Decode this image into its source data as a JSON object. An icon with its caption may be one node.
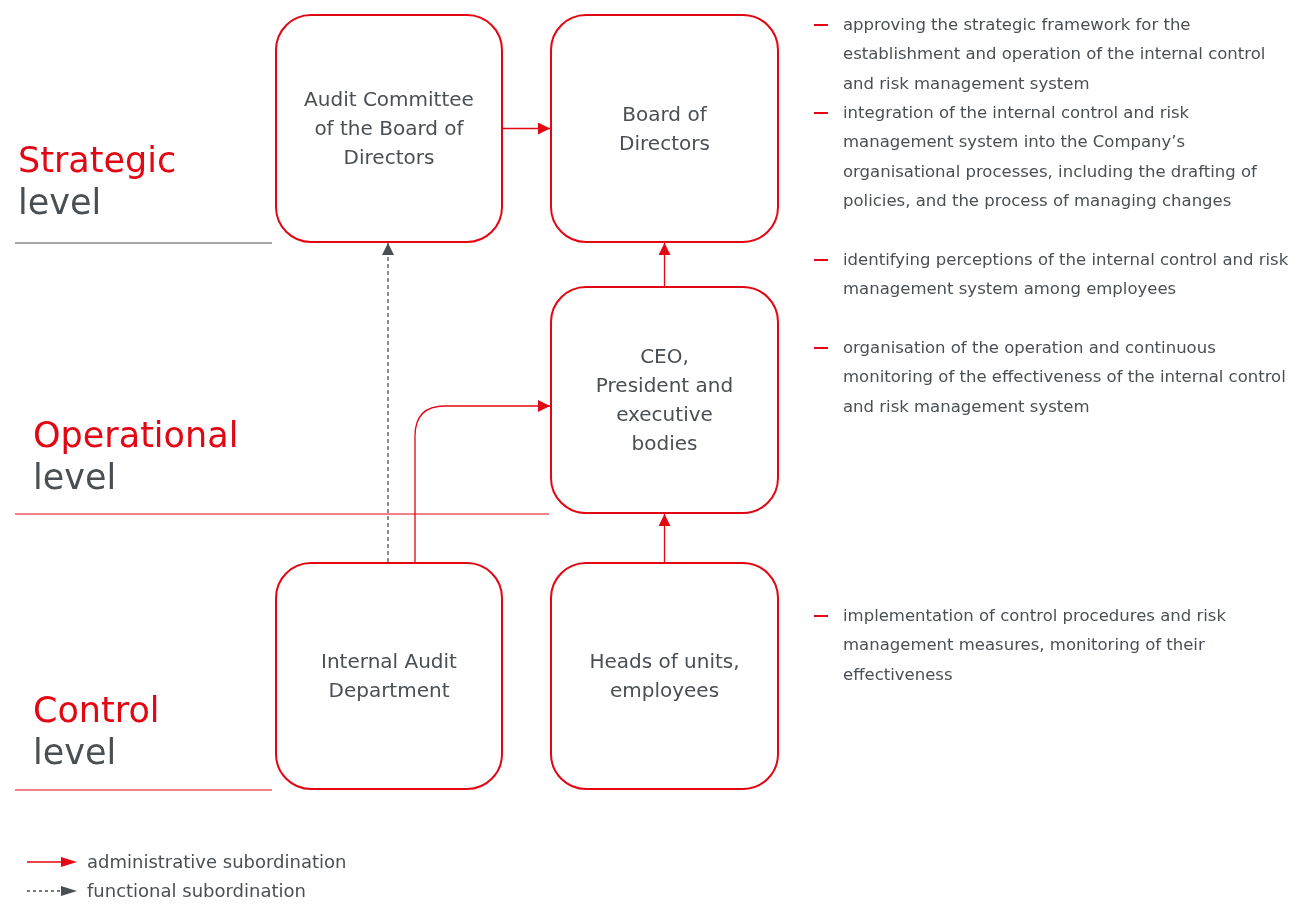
{
  "diagram": {
    "nodes": [
      {
        "text": [
          "Audit Committee of the Board of Directors"
        ]
      },
      {
        "text": [
          "Board of Directors"
        ]
      },
      {
        "text": [
          "CEO, President and executive bodies"
        ]
      },
      {
        "text": [
          "Internal Audit Department"
        ]
      },
      {
        "text": [
          "Heads of units, employees"
        ]
      }
    ],
    "edges": [
      {
        "from": 0,
        "to": 1,
        "arrow": "to"
      },
      {
        "from": 2,
        "to": 1,
        "arrow": "to"
      },
      {
        "from": 4,
        "to": 2,
        "arrow": "to"
      },
      {
        "from": 3,
        "to": 2,
        "arrow": "to"
      },
      {
        "from": 3,
        "to": 0,
        "arrow": "to",
        "style": "dashed",
        "color": "#4a4f54"
      }
    ],
    "labels": [
      "Strategic",
      "level",
      "Operational",
      "level",
      "Control",
      "level",
      "approving the strategic framework for the establishment and operation of the internal control and risk management system",
      "integration of the internal control and risk management system into the Company’s organisational processes, including the drafting of policies, and the process of managing changes",
      "identifying perceptions of the internal control and risk management system among employees",
      "organisation of the operation and continuous monitoring of the effectiveness of the internal control and risk management system",
      "implementation of control procedures and risk management measures, monitoring of their effectiveness"
    ],
    "legend": [
      {
        "text": "administrative subordination"
      },
      {
        "text": "functional subordination"
      }
    ]
  }
}
